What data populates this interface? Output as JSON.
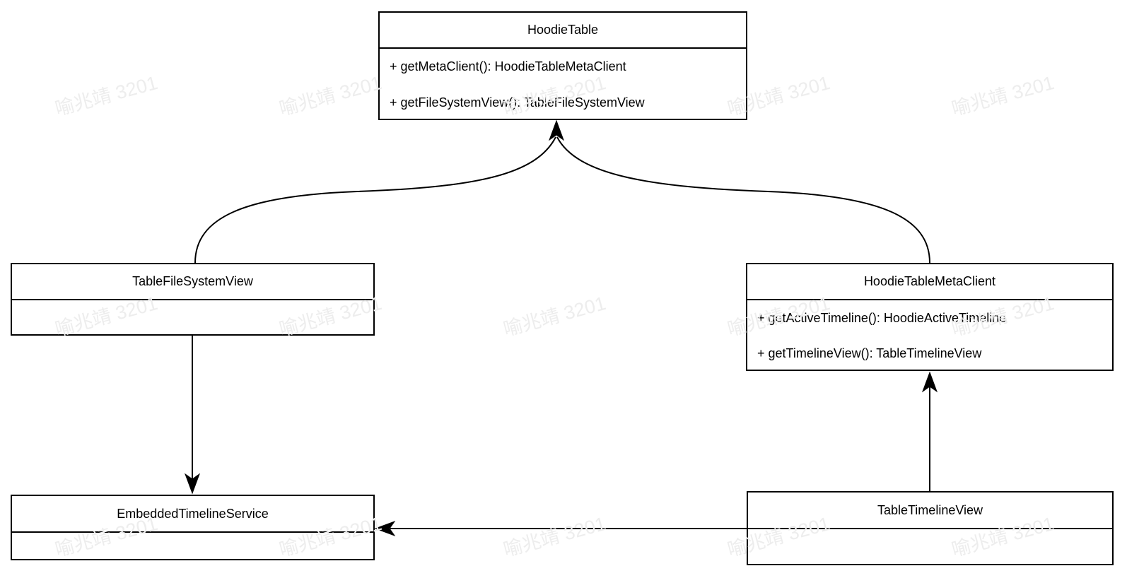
{
  "diagram": {
    "kind": "uml-class-diagram",
    "classes": {
      "hoodie_table": {
        "name": "HoodieTable",
        "methods": [
          "+ getMetaClient(): HoodieTableMetaClient",
          "+ getFileSystemView(): TableFileSystemView"
        ]
      },
      "table_file_system_view": {
        "name": "TableFileSystemView",
        "methods": []
      },
      "hoodie_table_meta_client": {
        "name": "HoodieTableMetaClient",
        "methods": [
          "+ getActiveTimeline(): HoodieActiveTimeline",
          "+ getTimelineView(): TableTimelineView"
        ]
      },
      "embedded_timeline_service": {
        "name": "EmbeddedTimelineService",
        "methods": []
      },
      "table_timeline_view": {
        "name": "TableTimelineView",
        "methods": []
      }
    },
    "relations": [
      {
        "from": "TableFileSystemView",
        "to": "HoodieTable",
        "arrow": "filled",
        "shape": "curved"
      },
      {
        "from": "HoodieTableMetaClient",
        "to": "HoodieTable",
        "arrow": "filled",
        "shape": "curved"
      },
      {
        "from": "TableFileSystemView",
        "to": "EmbeddedTimelineService",
        "arrow": "filled",
        "shape": "straight-vertical"
      },
      {
        "from": "TableTimelineView",
        "to": "HoodieTableMetaClient",
        "arrow": "filled",
        "shape": "straight-vertical"
      },
      {
        "from": "TableTimelineView",
        "to": "EmbeddedTimelineService",
        "arrow": "filled",
        "shape": "straight-horizontal"
      }
    ]
  },
  "watermark": {
    "text": "喻兆靖 3201",
    "color": "#ededed"
  },
  "colors": {
    "stroke": "#000000",
    "background": "#ffffff"
  }
}
